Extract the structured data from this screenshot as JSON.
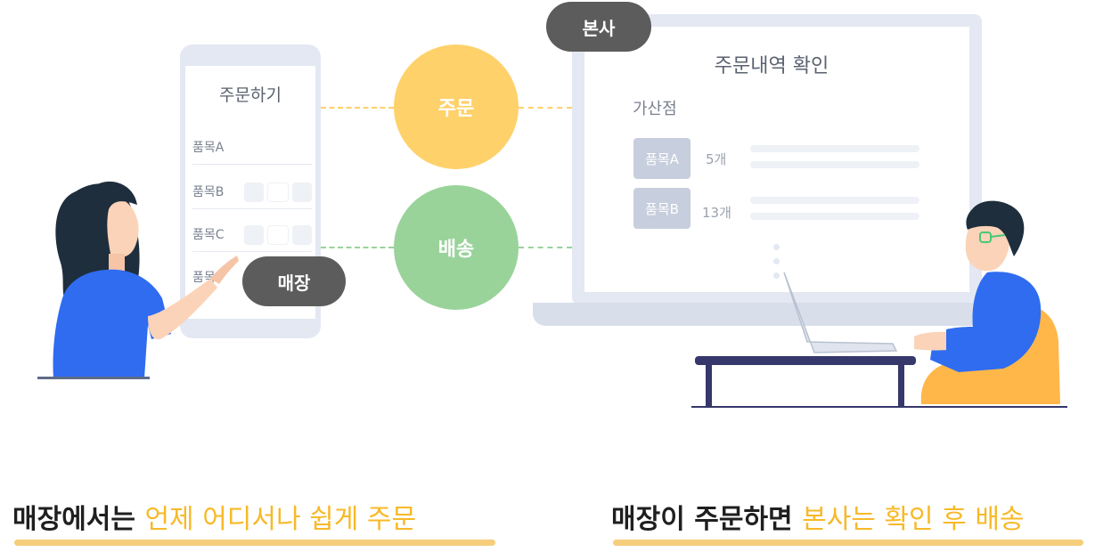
{
  "phone": {
    "title": "주문하기",
    "items": [
      "품목A",
      "품목B",
      "품목C",
      "품목"
    ]
  },
  "flow": {
    "order_label": "주문",
    "ship_label": "배송",
    "hq_label": "본사",
    "store_label": "매장"
  },
  "monitor": {
    "title": "주문내역 확인",
    "branch": "가산점",
    "orders": [
      {
        "item": "품목A",
        "qty": "5개"
      },
      {
        "item": "품목B",
        "qty": "13개"
      }
    ]
  },
  "captions": {
    "left_bold": "매장에서는",
    "left_highlight": "언제 어디서나 쉽게 주문",
    "right_bold": "매장이 주문하면",
    "right_highlight": "본사는 확인 후 배송"
  },
  "colors": {
    "accent_yellow": "#ffd16b",
    "accent_green": "#99d39a",
    "highlight_text": "#f7b928",
    "pill_bg": "#5c5c5c",
    "person_blue": "#2f6cf0"
  }
}
